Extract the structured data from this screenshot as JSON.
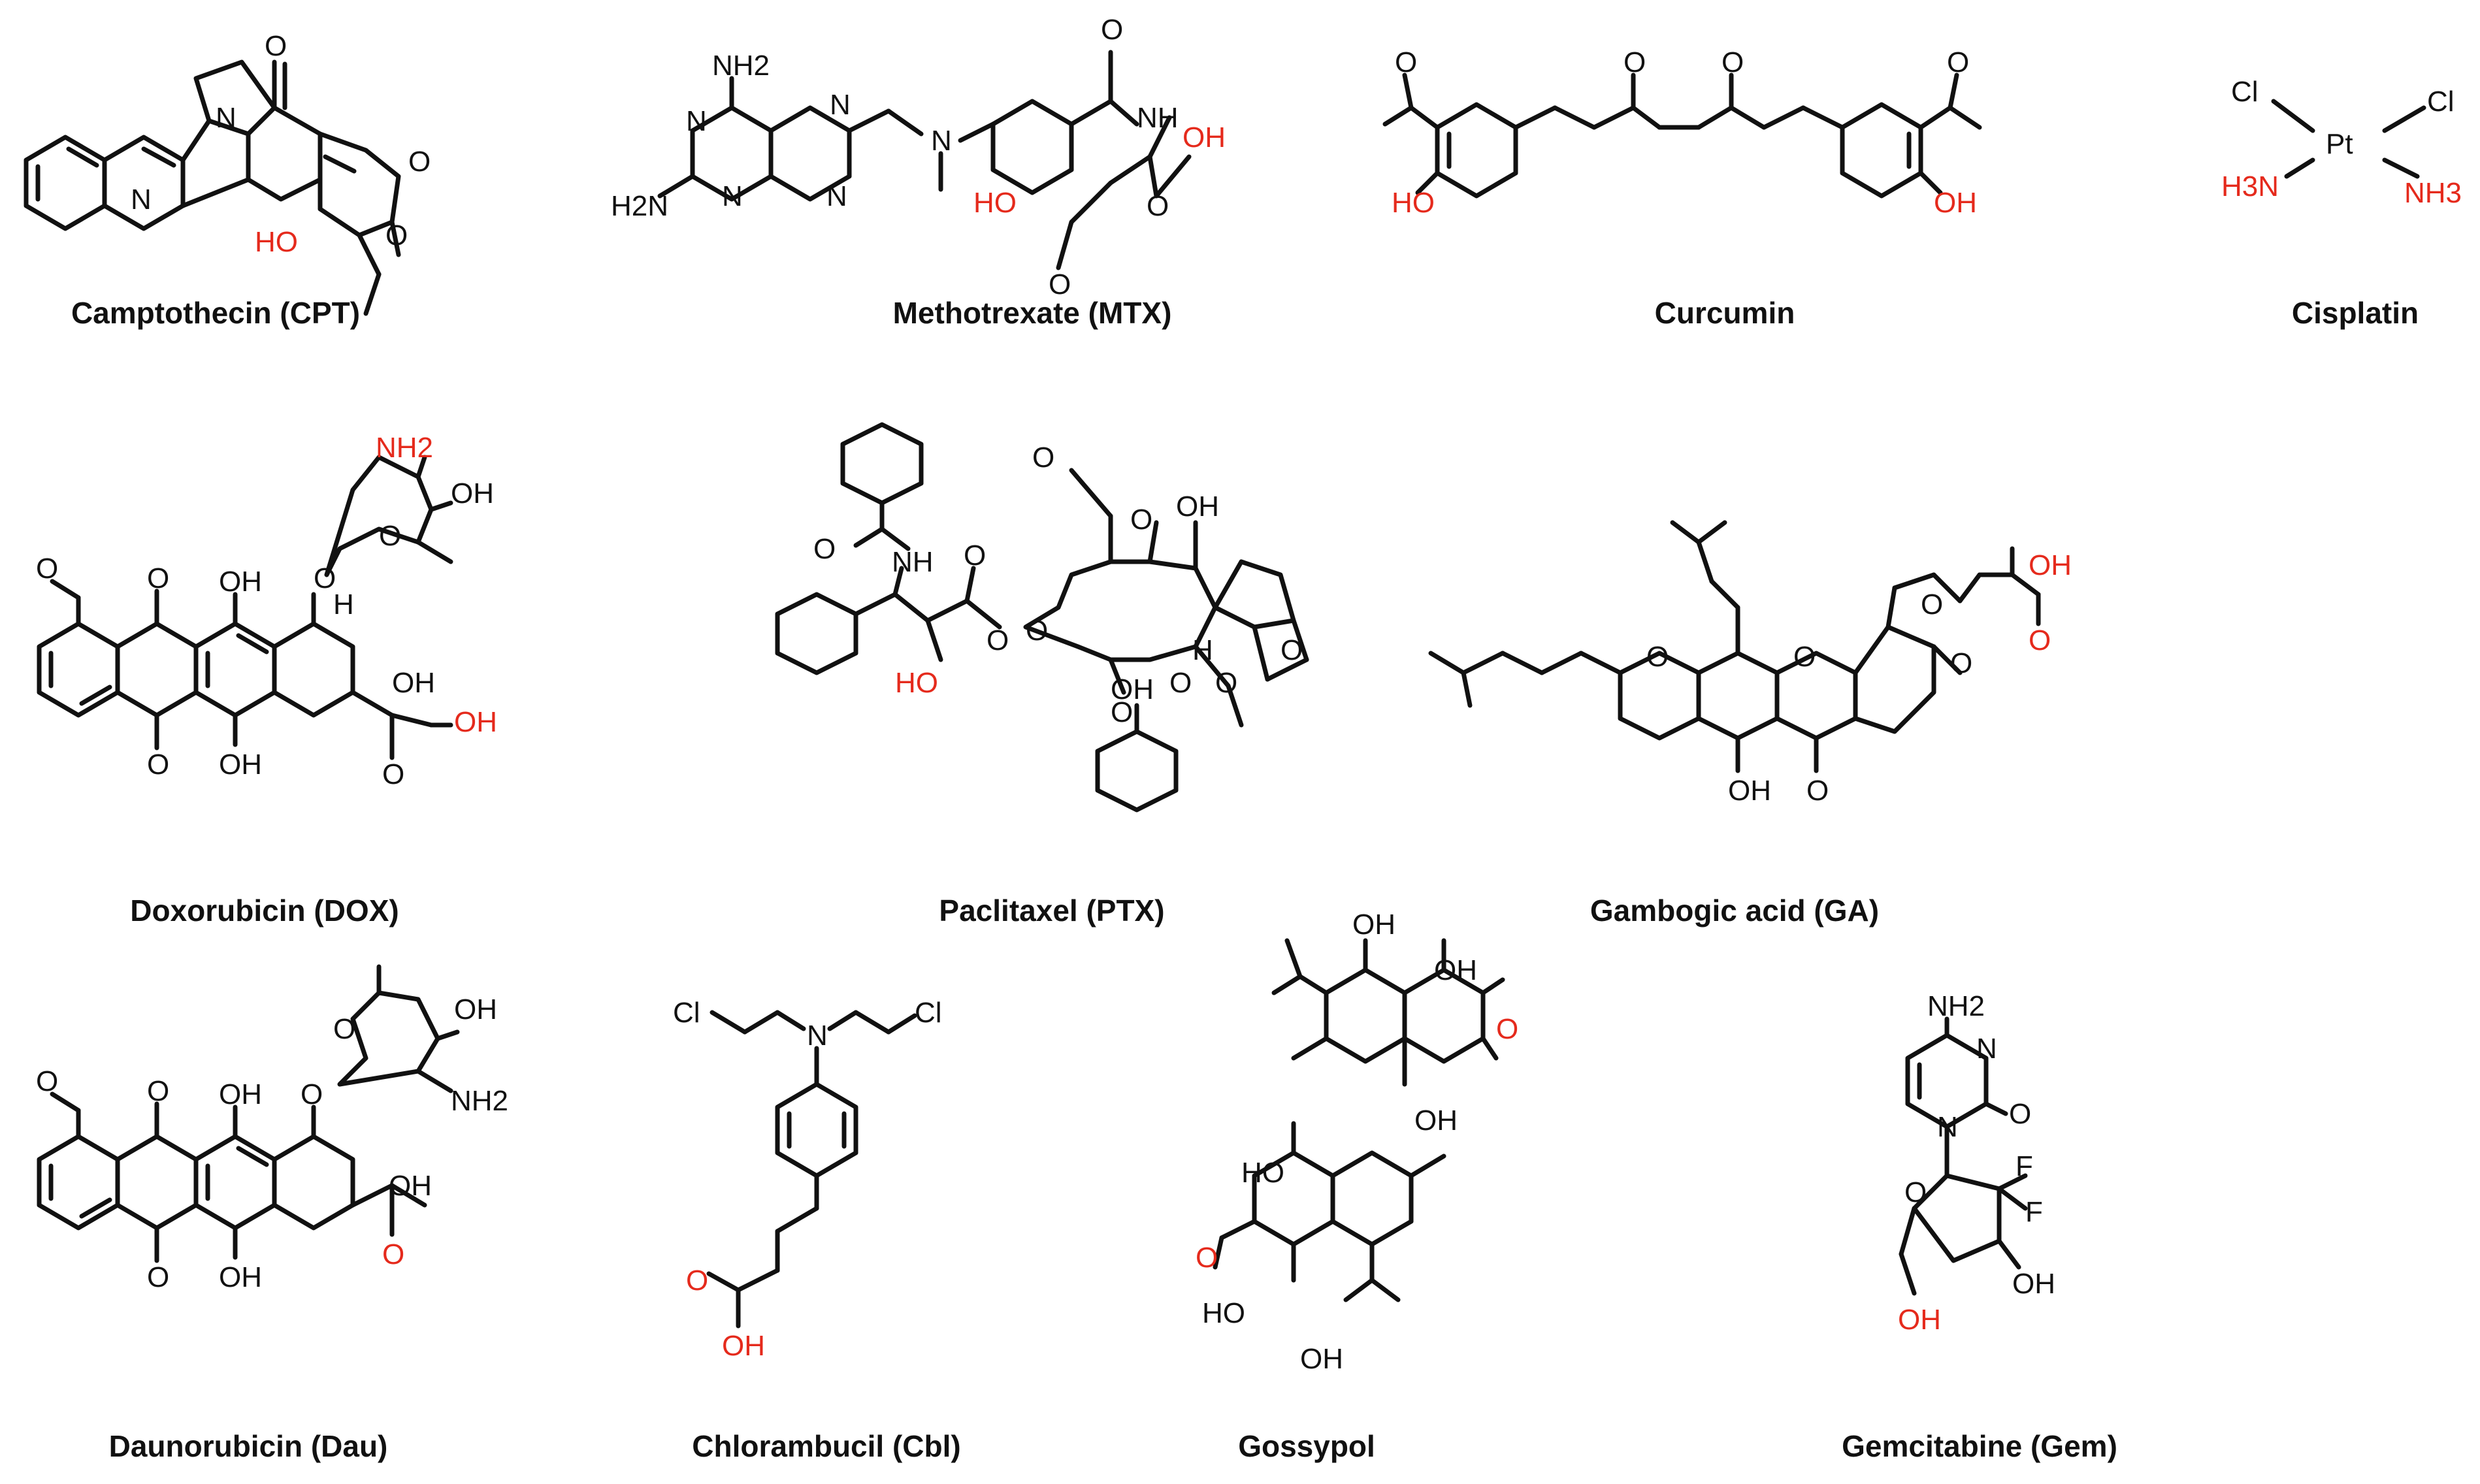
{
  "colors": {
    "text": "#111111",
    "highlight": "#e52a1c",
    "background": "#ffffff"
  },
  "compounds": [
    {
      "name": "Camptothecin (CPT)",
      "atoms": [
        "N",
        "N",
        "O",
        "O",
        "O",
        "HO"
      ],
      "highlighted": [
        "HO"
      ]
    },
    {
      "name": "Methotrexate (MTX)",
      "atoms": [
        "NH2",
        "H2N",
        "N",
        "N",
        "N",
        "N",
        "N",
        "O",
        "NH",
        "OH",
        "HO",
        "O",
        "O"
      ],
      "highlighted": [
        "OH",
        "HO"
      ]
    },
    {
      "name": "Curcumin",
      "atoms": [
        "O",
        "O",
        "O",
        "O",
        "HO",
        "OH"
      ],
      "highlighted": [
        "HO",
        "OH"
      ]
    },
    {
      "name": "Cisplatin",
      "atoms": [
        "Cl",
        "Cl",
        "Pt",
        "H3N",
        "NH3"
      ],
      "highlighted": [
        "H3N",
        "NH3"
      ]
    },
    {
      "name": "Doxorubicin (DOX)",
      "atoms": [
        "NH2",
        "OH",
        "O",
        "O",
        "O",
        "H",
        "OH",
        "O",
        "OH",
        "O",
        "OH",
        "OH",
        "O"
      ],
      "highlighted": [
        "NH2",
        "OH"
      ]
    },
    {
      "name": "Paclitaxel (PTX)",
      "atoms": [
        "O",
        "NH",
        "O",
        "O",
        "O",
        "HO",
        "O",
        "OH",
        "OH",
        "O",
        "H",
        "O",
        "O",
        "O",
        "O"
      ],
      "highlighted": [
        "HO"
      ]
    },
    {
      "name": "Gambogic acid (GA)",
      "atoms": [
        "O",
        "O",
        "O",
        "OH",
        "O",
        "O",
        "OH",
        "O"
      ],
      "highlighted": [
        "OH",
        "O"
      ]
    },
    {
      "name": "Daunorubicin (Dau)",
      "atoms": [
        "O",
        "OH",
        "NH2",
        "O",
        "O",
        "OH",
        "O",
        "OH",
        "OH",
        "O",
        "O"
      ],
      "highlighted": [
        "O"
      ]
    },
    {
      "name": "Chlorambucil (Cbl)",
      "atoms": [
        "Cl",
        "N",
        "Cl",
        "O",
        "OH"
      ],
      "highlighted": [
        "O",
        "OH"
      ]
    },
    {
      "name": "Gossypol",
      "atoms": [
        "OH",
        "OH",
        "O",
        "OH",
        "HO",
        "O",
        "HO",
        "OH"
      ],
      "highlighted": [
        "O",
        "O"
      ]
    },
    {
      "name": "Gemcitabine (Gem)",
      "atoms": [
        "NH2",
        "N",
        "N",
        "O",
        "O",
        "F",
        "F",
        "OH",
        "OH"
      ],
      "highlighted": [
        "OH"
      ]
    }
  ]
}
